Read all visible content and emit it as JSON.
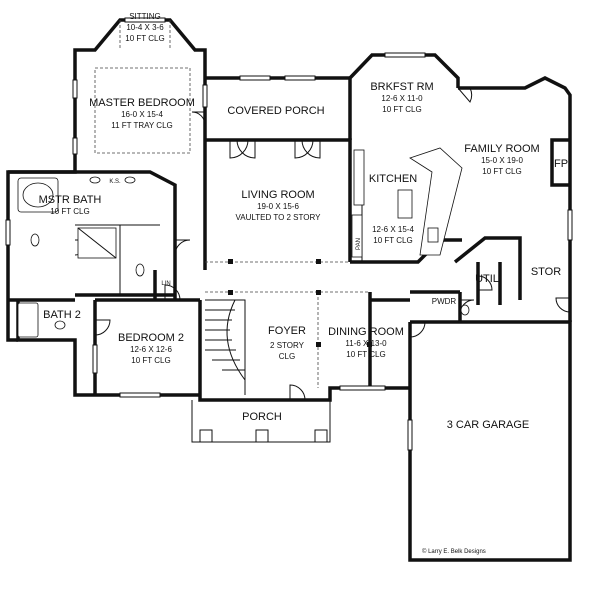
{
  "rooms": {
    "sitting": {
      "name": "SITTING",
      "dims": "10-4 X 3-6",
      "clg": "10 FT CLG"
    },
    "master_bedroom": {
      "name": "MASTER BEDROOM",
      "dims": "16-0 X 15-4",
      "clg": "11 FT TRAY CLG"
    },
    "covered_porch": {
      "name": "COVERED PORCH"
    },
    "brkfst_rm": {
      "name": "BRKFST RM",
      "dims": "12-6 X 11-0",
      "clg": "10 FT CLG"
    },
    "family_room": {
      "name": "FAMILY ROOM",
      "dims": "15-0 X 19-0",
      "clg": "10 FT CLG"
    },
    "fp": {
      "name": "FP"
    },
    "mstr_bath": {
      "name": "MSTR BATH",
      "clg": "10 FT CLG"
    },
    "ks": {
      "name": "K.S."
    },
    "living_room": {
      "name": "LIVING ROOM",
      "dims": "19-0 X 15-6",
      "clg": "VAULTED TO 2 STORY"
    },
    "kitchen": {
      "name": "KITCHEN",
      "dims": "12-6 X 15-4",
      "clg": "10 FT CLG"
    },
    "pan": {
      "name": "PAN"
    },
    "util": {
      "name": "UTIL"
    },
    "stor": {
      "name": "STOR"
    },
    "lin": {
      "name": "LIN"
    },
    "bath2": {
      "name": "BATH 2"
    },
    "bedroom2": {
      "name": "BEDROOM 2",
      "dims": "12-6 X 12-6",
      "clg": "10 FT CLG"
    },
    "foyer": {
      "name": "FOYER",
      "line2": "2 STORY",
      "line3": "CLG"
    },
    "dining_room": {
      "name": "DINING ROOM",
      "dims": "11-6 X 13-0",
      "clg": "10 FT CLG"
    },
    "pwdr": {
      "name": "PWDR"
    },
    "porch": {
      "name": "PORCH"
    },
    "garage": {
      "name": "3 CAR GARAGE"
    }
  },
  "copyright": "© Larry E. Belk Designs"
}
